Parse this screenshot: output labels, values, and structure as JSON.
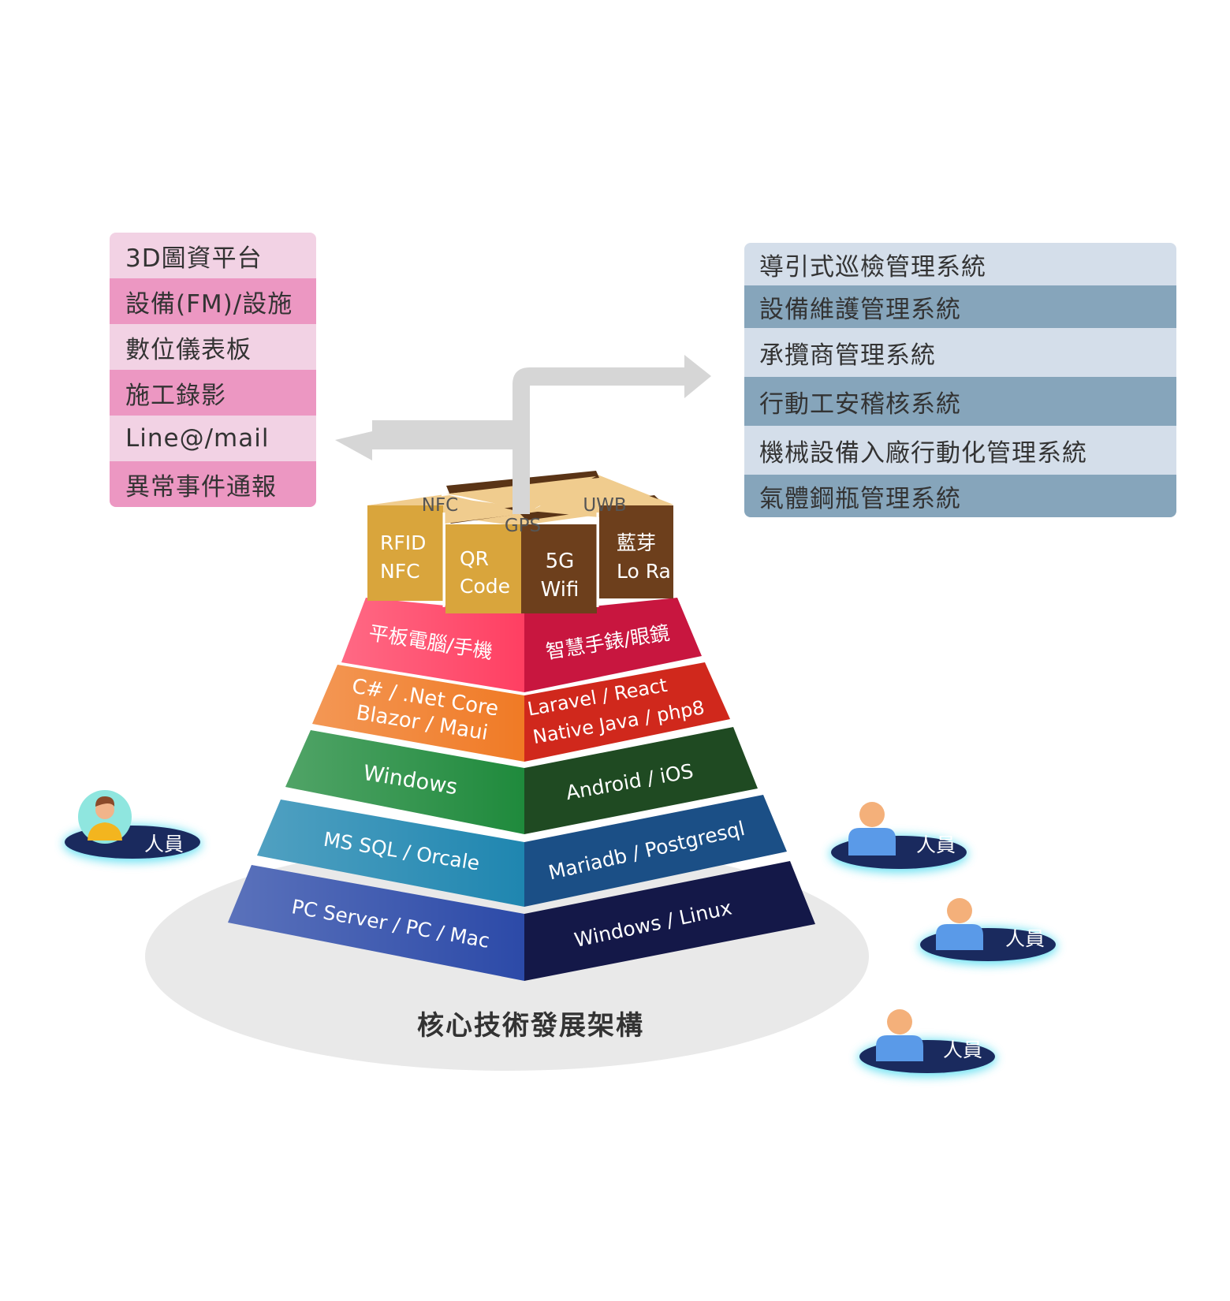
{
  "left_list": [
    {
      "label": "3D圖資平台",
      "tone": "light"
    },
    {
      "label": "設備(FM)/設施",
      "tone": "dark"
    },
    {
      "label": "數位儀表板",
      "tone": "light"
    },
    {
      "label": "施工錄影",
      "tone": "dark"
    },
    {
      "label": "Line@/mail",
      "tone": "light"
    },
    {
      "label": "異常事件通報",
      "tone": "dark"
    }
  ],
  "right_list": [
    {
      "label": "導引式巡檢管理系統",
      "tone": "light"
    },
    {
      "label": "設備維護管理系統",
      "tone": "dark"
    },
    {
      "label": "承攬商管理系統",
      "tone": "light"
    },
    {
      "label": "行動工安稽核系統",
      "tone": "dark"
    },
    {
      "label": "機械設備入廠行動化管理系統",
      "tone": "light"
    },
    {
      "label": "氣體鋼瓶管理系統",
      "tone": "dark"
    }
  ],
  "cubes": {
    "top_labels": {
      "nfc": "NFC",
      "gps": "GPS",
      "uwb": "UWB"
    },
    "rfid": [
      "RFID",
      "NFC"
    ],
    "qr": [
      "QR",
      "Code"
    ],
    "fiveg": [
      "5G",
      "Wifi"
    ],
    "bluetooth": [
      "藍芽",
      "Lo Ra"
    ]
  },
  "pyramid": {
    "devices": {
      "left": "平板電腦/手機",
      "right": "智慧手錶/眼鏡",
      "left_color": "#ff3f62",
      "right_color": "#c8163f"
    },
    "languages": {
      "left": [
        "C# / .Net Core",
        "Blazor / Maui"
      ],
      "right": [
        "Laravel / React",
        "Native Java / php8"
      ],
      "left_color": "#f07a25",
      "right_color": "#d0281c"
    },
    "os": {
      "left": "Windows",
      "right": "Android / iOS",
      "left_color": "#1f8a3c",
      "right_color": "#1f4a22"
    },
    "database": {
      "left": "MS SQL / Orcale",
      "right": "Mariadb / Postgresql",
      "left_color": "#1f86b0",
      "right_color": "#1b4f86"
    },
    "hardware": {
      "left": "PC Server / PC / Mac",
      "right": "Windows / Linux",
      "left_color": "#2c4aa8",
      "right_color": "#141848"
    }
  },
  "caption": "核心技術發展架構",
  "users": [
    {
      "label": "人員",
      "avatar": "manager-avatar"
    },
    {
      "label": "人員",
      "avatar": "user-avatar"
    },
    {
      "label": "人員",
      "avatar": "user-avatar"
    },
    {
      "label": "人員",
      "avatar": "user-avatar"
    }
  ]
}
